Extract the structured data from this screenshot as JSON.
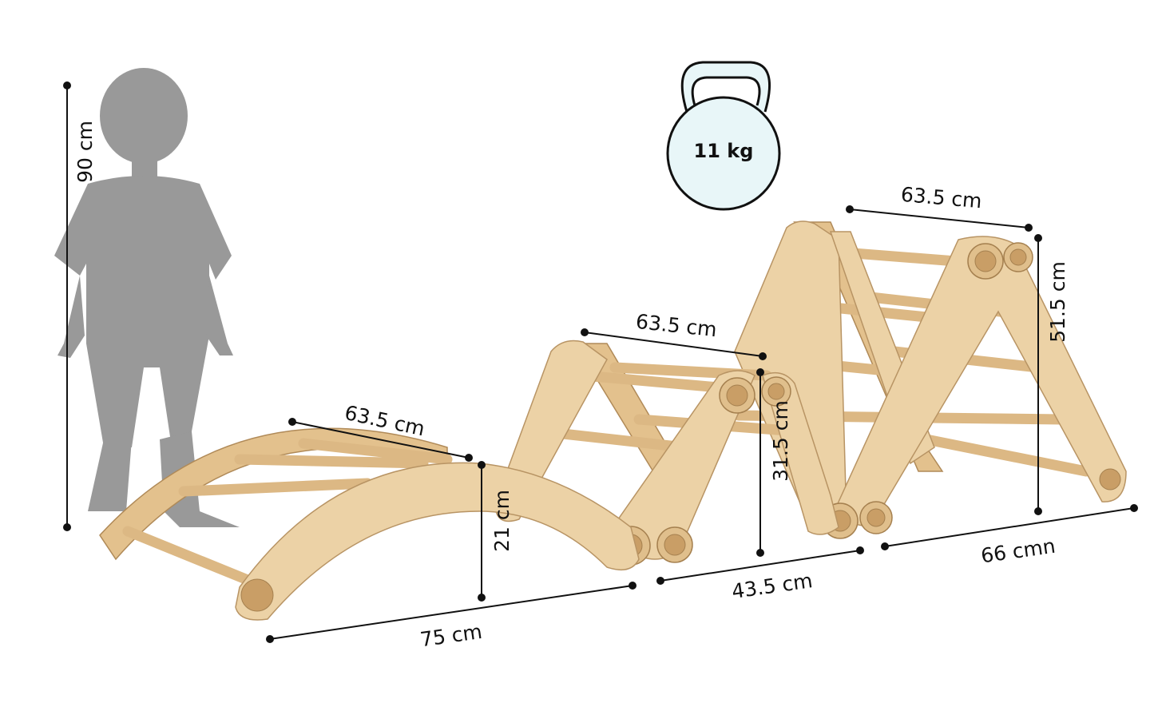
{
  "diagram": {
    "product_weight": "11 kg",
    "dimensions": {
      "child_height": "90 cm",
      "top_triangle_width": "63.5 cm",
      "top_triangle_height": "51.5 cm",
      "middle_triangle_width": "63.5 cm",
      "middle_triangle_height": "31.5 cm",
      "arch_width": "63.5 cm",
      "arch_height": "21 cm",
      "arch_length": "75 cm",
      "middle_triangle_length": "43.5 cm",
      "top_triangle_length": "66 cmn"
    },
    "icons": [
      "child-silhouette",
      "kettlebell-icon"
    ],
    "colors": {
      "silhouette": "#999999",
      "wood": "#ecd2a6",
      "kettlebell": "#e8f6f8"
    }
  }
}
